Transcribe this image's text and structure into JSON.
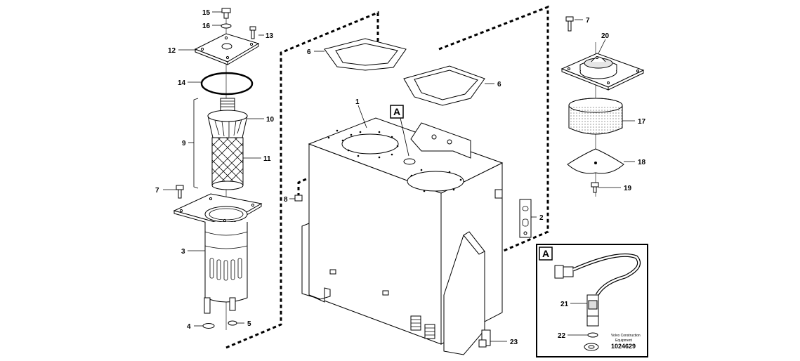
{
  "callouts": {
    "c15": "15",
    "c16": "16",
    "c13": "13",
    "c12": "12",
    "c14": "14",
    "c10": "10",
    "c9": "9",
    "c11": "11",
    "c7a": "7",
    "c3": "3",
    "c4": "4",
    "c5": "5",
    "c6a": "6",
    "c6b": "6",
    "c1": "1",
    "c8": "8",
    "c2": "2",
    "c7b": "7",
    "c20": "20",
    "c17": "17",
    "c18": "18",
    "c19": "19",
    "c21": "21",
    "c22": "22",
    "c23": "23"
  },
  "view_marker": "A",
  "detail_box": {
    "marker": "A",
    "caption_line1": "Volvo Construction",
    "caption_line2": "Equipment",
    "drawing_number": "1024629"
  }
}
